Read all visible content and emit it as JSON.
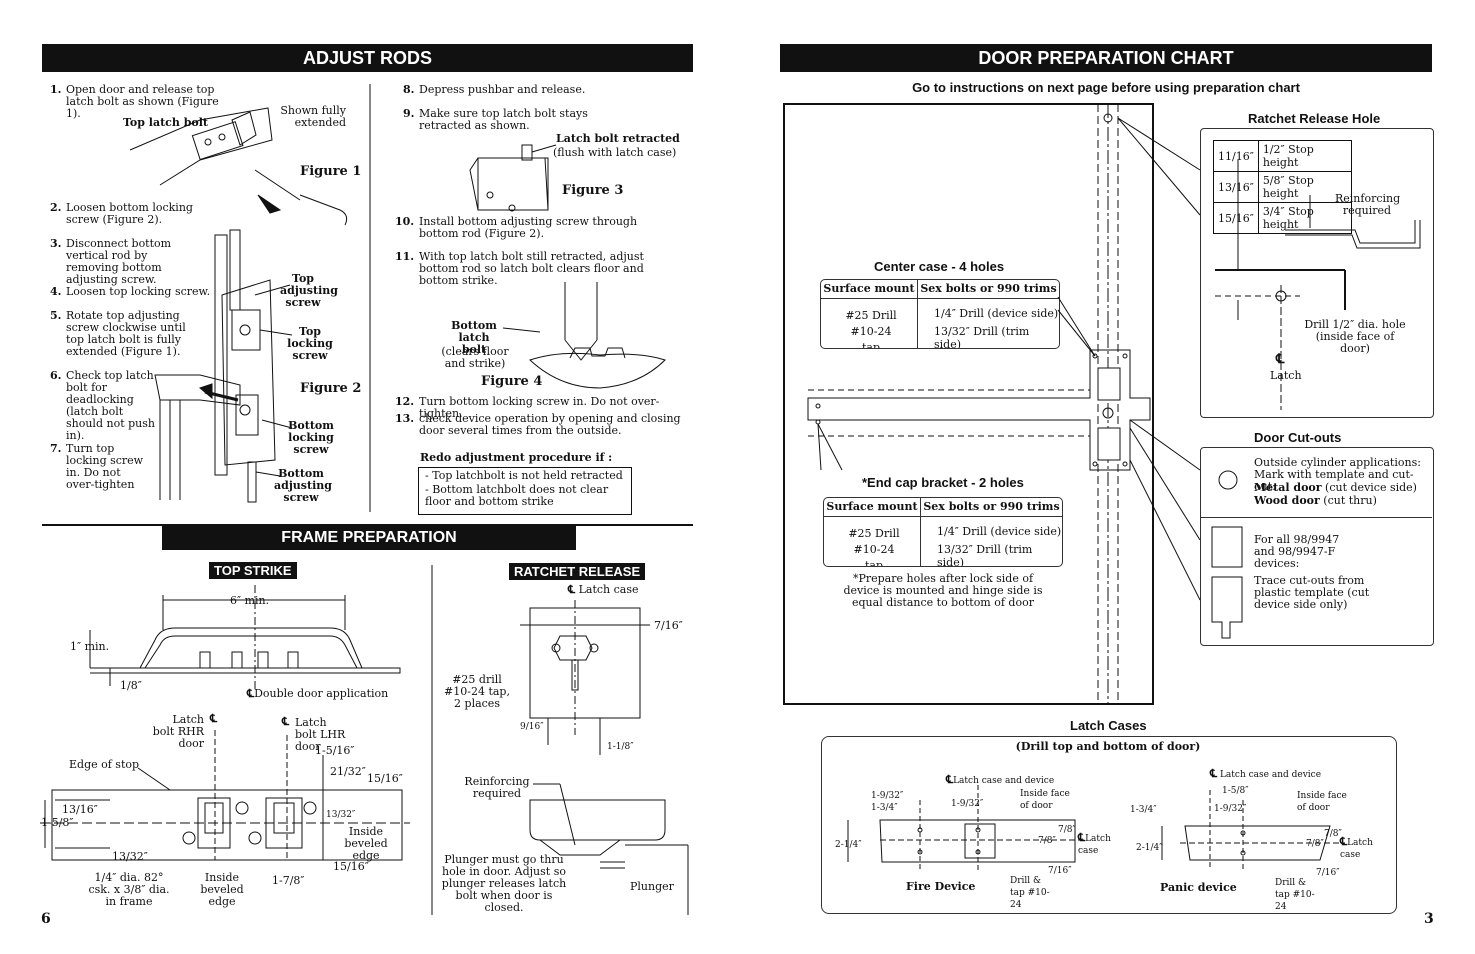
{
  "left": {
    "adjust_rods": {
      "title": "ADJUST RODS",
      "steps_left": [
        {
          "num": "1.",
          "text": "Open door and release top latch bolt as shown (Figure 1)."
        },
        {
          "num": "2.",
          "text": "Loosen bottom locking screw (Figure 2)."
        },
        {
          "num": "3.",
          "text": "Disconnect bottom vertical rod by removing bottom adjusting screw."
        },
        {
          "num": "4.",
          "text": "Loosen top locking screw."
        },
        {
          "num": "5.",
          "text": "Rotate top adjusting screw clockwise until top latch bolt is fully extended (Figure 1)."
        },
        {
          "num": "6.",
          "text": "Check top latch bolt for deadlocking (latch bolt should not push in)."
        },
        {
          "num": "7.",
          "text": "Turn top locking screw in. Do not over-tighten"
        }
      ],
      "steps_right": [
        {
          "num": "8.",
          "text": "Depress pushbar and release."
        },
        {
          "num": "9.",
          "text": "Make sure top latch bolt stays retracted as shown."
        },
        {
          "num": "10.",
          "text": "Install bottom adjusting screw through bottom rod (Figure 2)."
        },
        {
          "num": "11.",
          "text": "With top latch bolt still retracted, adjust bottom rod so latch bolt clears floor and bottom strike."
        },
        {
          "num": "12.",
          "text": "Turn bottom locking screw in. Do not over-tighten."
        },
        {
          "num": "13.",
          "text": "check device operation by opening and closing door several times from the outside."
        }
      ],
      "figure1": {
        "caption": "Figure 1",
        "top_latch_bolt": "Top latch bolt",
        "shown": "Shown fully extended"
      },
      "figure2": {
        "caption": "Figure 2",
        "top_adjusting": "Top adjusting screw",
        "top_locking": "Top locking screw",
        "bottom_locking": "Bottom locking screw",
        "bottom_adjusting": "Bottom adjusting screw"
      },
      "figure3": {
        "caption": "Figure 3",
        "retracted": "Latch bolt retracted",
        "flush": "(flush with latch case)"
      },
      "figure4": {
        "caption": "Figure 4",
        "bottom_latch": "Bottom latch bolt",
        "clears": "(clears floor and strike)"
      },
      "redo": {
        "title": "Redo adjustment procedure if :",
        "items": [
          "Top latchbolt is not held retracted",
          "Bottom latchbolt does not clear floor and bottom strike"
        ]
      }
    },
    "frame_prep": {
      "title": "FRAME PREPARATION",
      "top_strike": {
        "title": "TOP STRIKE",
        "six_min": "6″ min.",
        "one_min": "1″ min.",
        "eighth": "1/8″",
        "double_door": "Double door application",
        "rhr": "Latch bolt RHR door",
        "lhr": "Latch bolt LHR door",
        "edge_stop": "Edge of stop",
        "d_1_5_16": "1-5/16″",
        "d_21_32": "21/32″",
        "d_15_16": "15/16″",
        "d_13_16": "13/16″",
        "d_1_5_8": "1-5/8″",
        "d_13_32a": "13/32″",
        "d_13_32b": "13/32″",
        "inside_beveled": "Inside beveled edge",
        "d_15_16b": "15/16″",
        "hole": "1/4″ dia. 82° csk. x 3/8″ dia. in frame",
        "inside_beveled_b": "Inside beveled edge",
        "d_1_7_8": "1-7/8″"
      },
      "ratchet": {
        "title": "RATCHET RELEASE",
        "latch_case": "Latch case",
        "d_7_16": "7/16″",
        "drill": "#25 drill #10-24 tap, 2 places",
        "d_9_16": "9/16″",
        "d_1_1_8": "1-1/8″",
        "reinforcing": "Reinforcing required",
        "plunger_note": "Plunger must go thru hole in door. Adjust so plunger releases latch bolt when door is closed.",
        "plunger": "Plunger"
      }
    },
    "page_num": "6"
  },
  "right": {
    "title": "DOOR PREPARATION CHART",
    "subtitle": "Go to instructions on next page before using preparation chart",
    "center_case": {
      "title": "Center case - 4 holes",
      "h1": "Surface mount",
      "h2": "Sex bolts or 990 trims",
      "c1": "#25 Drill #10-24 tap",
      "c2a": "1/4″ Drill (device side)",
      "c2b": "13/32″ Drill (trim side)"
    },
    "end_cap": {
      "title": "*End cap bracket - 2 holes",
      "h1": "Surface mount",
      "h2": "Sex bolts or 990 trims",
      "c1": "#25 Drill #10-24 tap",
      "c2a": "1/4″ Drill (device side)",
      "c2b": "13/32″ Drill (trim side)",
      "note": "*Prepare holes after lock side of device is mounted and hinge side is equal distance to bottom of door"
    },
    "ratchet_hole": {
      "title": "Ratchet Release Hole",
      "rows": [
        [
          "11/16″",
          "1/2″ Stop height"
        ],
        [
          "13/16″",
          "5/8″ Stop height"
        ],
        [
          "15/16″",
          "3/4″ Stop height"
        ]
      ],
      "reinforcing": "Reinforcing required",
      "drill": "Drill 1/2″ dia. hole (inside face of door)",
      "latch": "Latch"
    },
    "cutouts": {
      "title": "Door Cut-outs",
      "outside": "Outside cylinder applications: Mark with template and cut-out:",
      "metal_b": "Metal door",
      "metal": " (cut device side)",
      "wood_b": "Wood door",
      "wood": " (cut thru)",
      "for_all": "For all 98/9947 and 98/9947-F devices:",
      "trace": "Trace cut-outs from plastic template (cut device side only)"
    },
    "latch_cases": {
      "title": "Latch Cases",
      "subtitle": "(Drill top and bottom of door)",
      "fire": {
        "label": "Fire Device",
        "d1": "1-9/32″",
        "d2": "1-3/4″",
        "d3": "1-9/32″",
        "d4": "2-1/4″",
        "d5": "7/8″",
        "d6": "7/8″",
        "d7": "7/16″",
        "case": "Latch case and device",
        "face": "Inside face of door",
        "lc": "Latch case",
        "drill": "Drill & tap #10-24"
      },
      "panic": {
        "label": "Panic device",
        "d1": "1-5/8″",
        "d2": "1-3/4″",
        "d3": "1-9/32″",
        "d4": "2-1/4″",
        "d5": "7/8″",
        "d6": "7/8″",
        "d7": "7/16″",
        "case": "Latch case and device",
        "face": "Inside face of door",
        "lc": "Latch case",
        "drill": "Drill & tap #10-24"
      }
    },
    "page_num": "3"
  }
}
